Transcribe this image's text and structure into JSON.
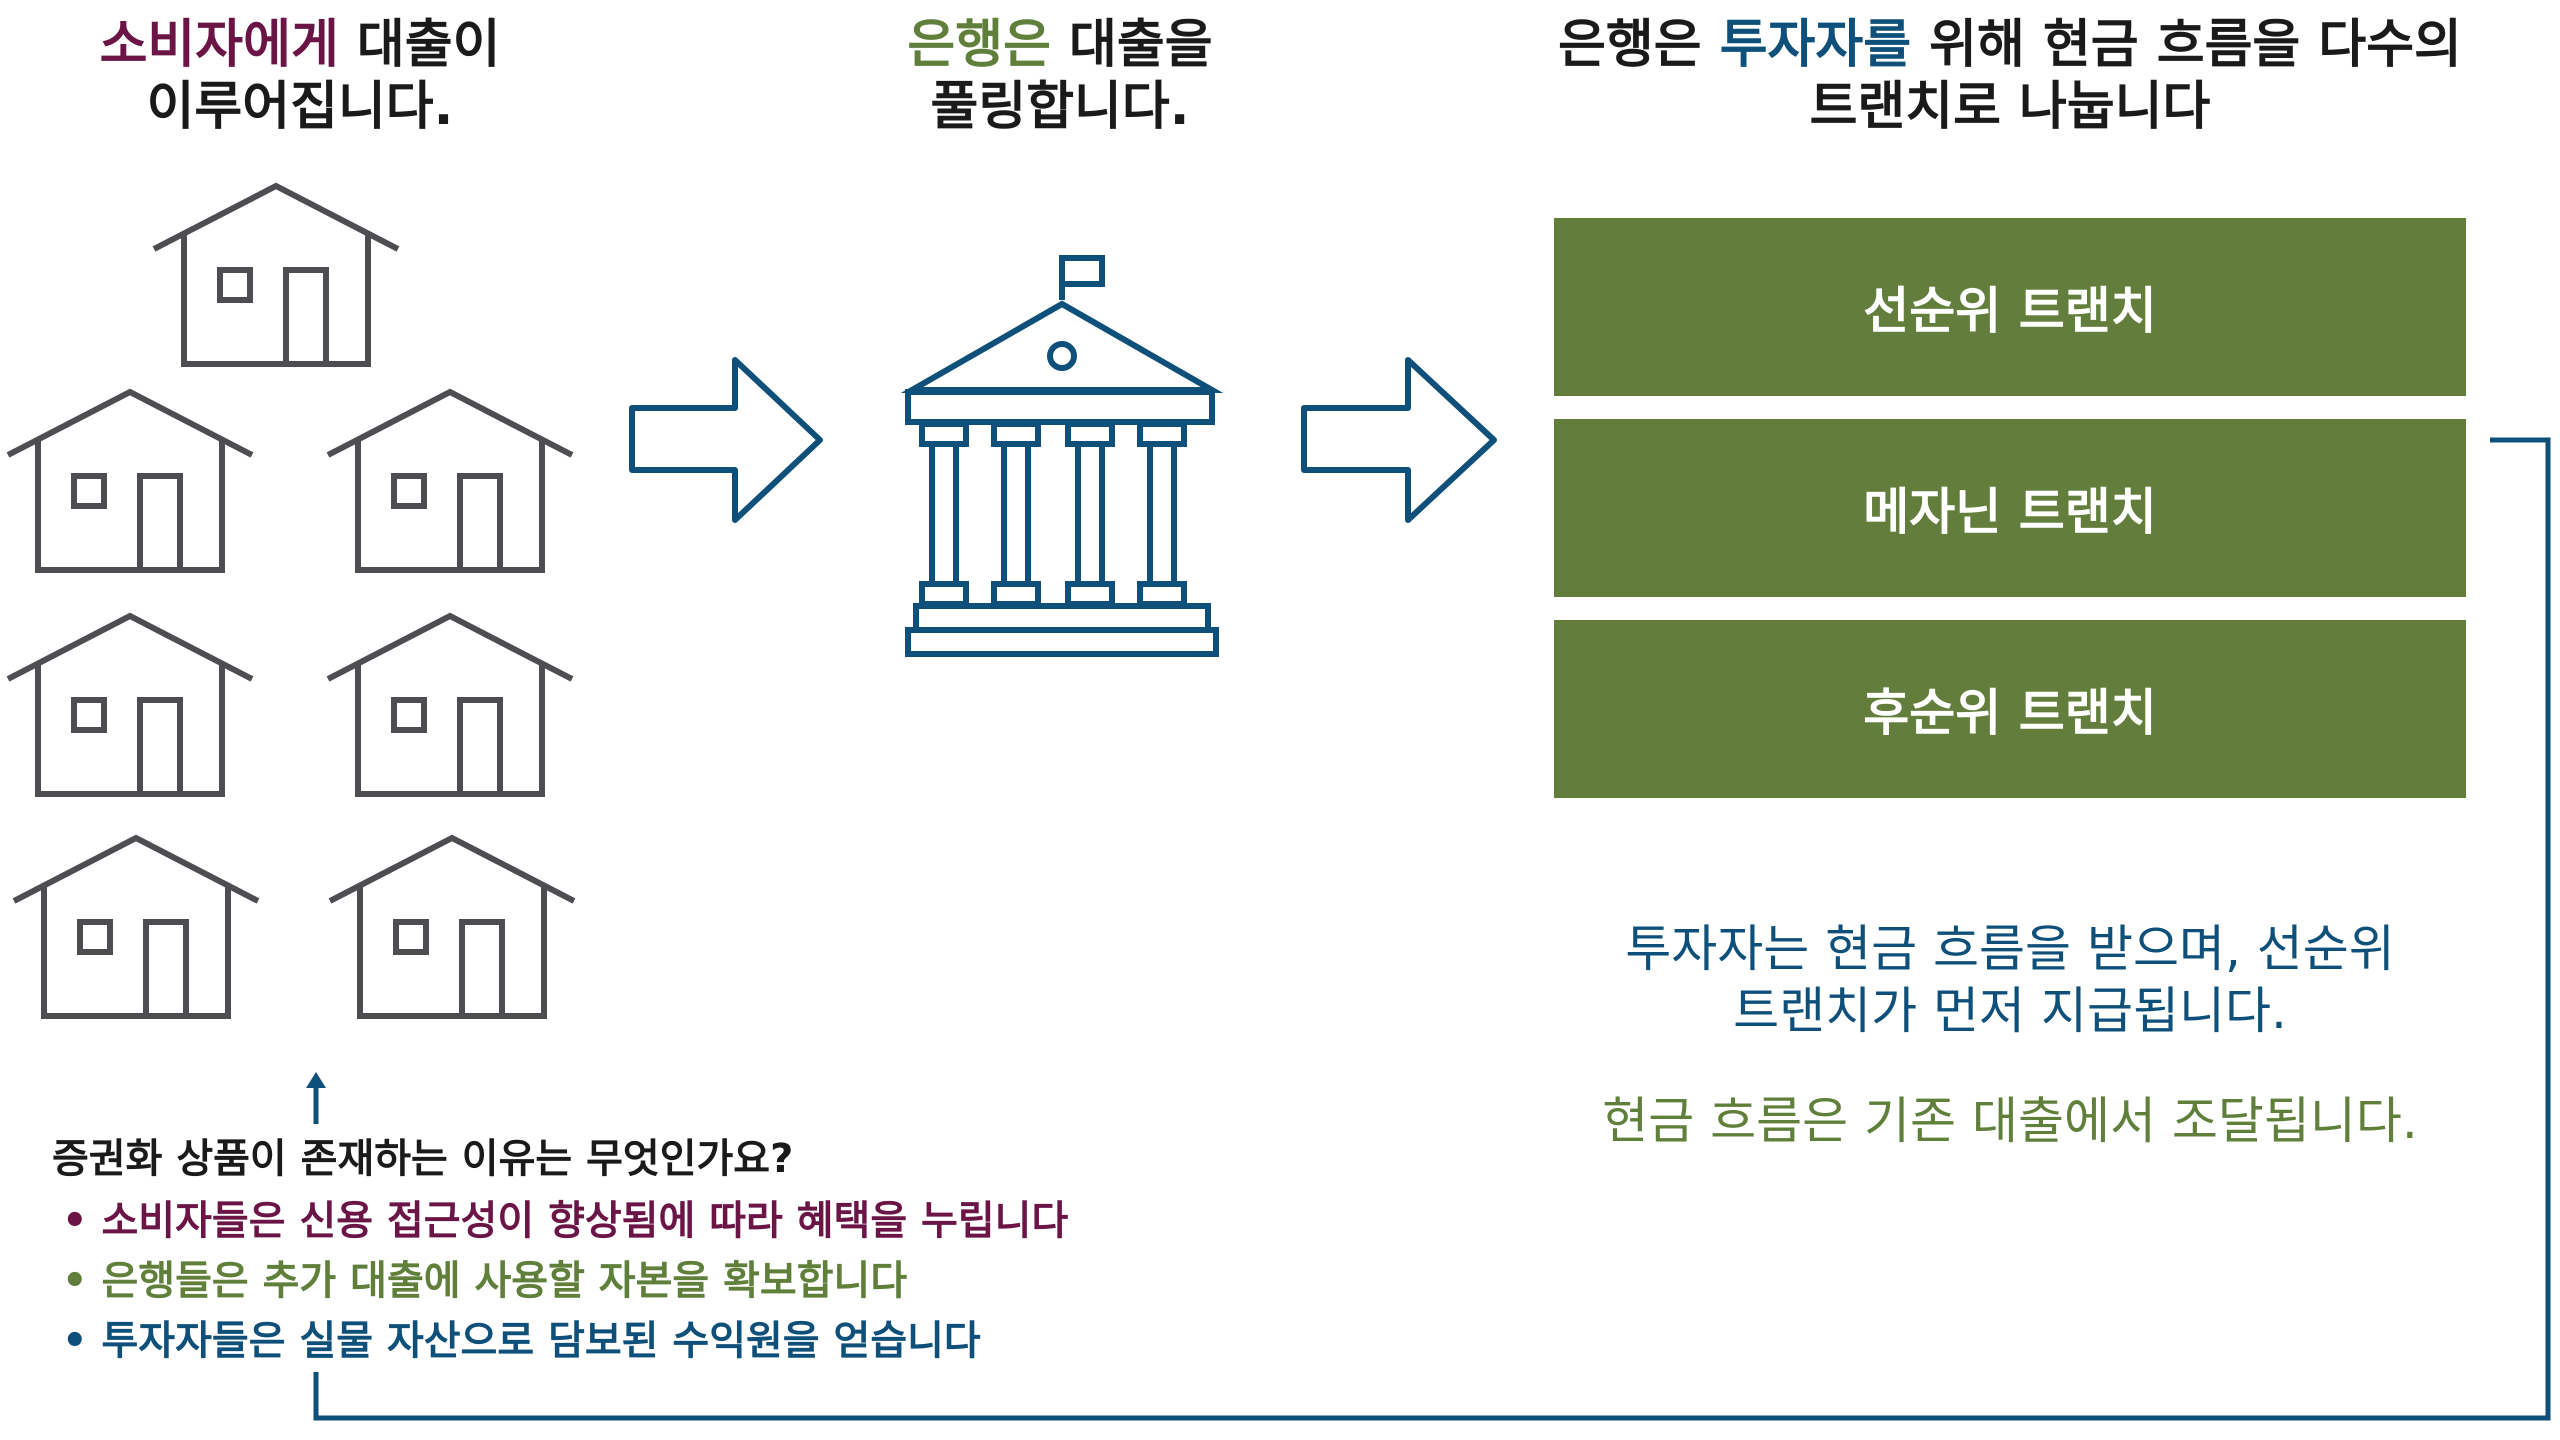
{
  "titles": {
    "consumers": {
      "highlight": "소비자에게",
      "rest1": " 대출이",
      "line2": "이루어집니다."
    },
    "bank": {
      "highlight": "은행은",
      "rest1": " 대출을",
      "line2": "풀링합니다."
    },
    "investors": {
      "pre": "은행은 ",
      "highlight": "투자자를",
      "rest1": " 위해 현금 흐름을 다수의",
      "line2": "트랜치로 나눕니다"
    }
  },
  "tranches": [
    {
      "label": "선순위 트랜치"
    },
    {
      "label": "메자닌 트랜치"
    },
    {
      "label": "후순위 트랜치"
    }
  ],
  "notes": {
    "investors_line1": "투자자는 현금 흐름을 받으며, 선순위",
    "investors_line2": "트랜치가 먼저 지급됩니다.",
    "cashflow": "현금 흐름은 기존 대출에서 조달됩니다."
  },
  "question": {
    "title": "증권화 상품이 존재하는 이유는 무엇인가요?",
    "bullets": [
      {
        "text": "• 소비자들은 신용 접근성이 향상됨에 따라 혜택을 누립니다",
        "color": "#6b1547"
      },
      {
        "text": "• 은행들은 추가 대출에 사용할 자본을 확보합니다",
        "color": "#5f7f3a"
      },
      {
        "text": "• 투자자들은 실물 자산으로 담보된 수익원을 얻습니다",
        "color": "#0e5079"
      }
    ]
  },
  "colors": {
    "purple": "#6b1547",
    "green": "#5f7f3a",
    "tranche_fill": "#637e3c",
    "blue": "#0e5079",
    "house_gray": "#4d4d52"
  },
  "icons": {
    "houses": "house-icon",
    "bank": "bank-building-icon",
    "arrows": "right-arrow-icon"
  }
}
